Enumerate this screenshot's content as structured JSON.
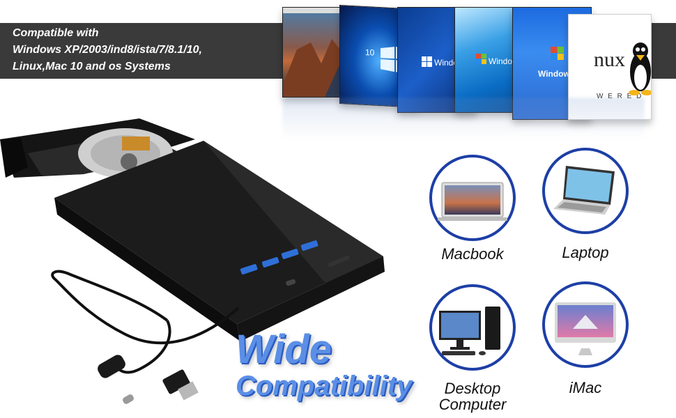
{
  "banner": {
    "line1": "Compatible with",
    "line2": "Windows XP/2003/ind8/ista/7/8.1/10,",
    "line3": "Linux,Mac 10 and os Systems"
  },
  "os_screens": {
    "win10": "10",
    "win8": "Windows 8",
    "win7": "Windows 7",
    "winxp": "Windows",
    "linux_word": "nux",
    "linux_sub": "W E R E D"
  },
  "headline": {
    "line1": "Wide",
    "line2": "Compatibility"
  },
  "devices": [
    {
      "label": "Macbook"
    },
    {
      "label": "Laptop"
    },
    {
      "label": "Desktop\nComputer"
    },
    {
      "label": "iMac"
    }
  ],
  "colors": {
    "banner": "#3a3a3a",
    "circle_border": "#1d3fa6",
    "headline": "#5b8fe6",
    "port_blue": "#2f6fd8"
  }
}
